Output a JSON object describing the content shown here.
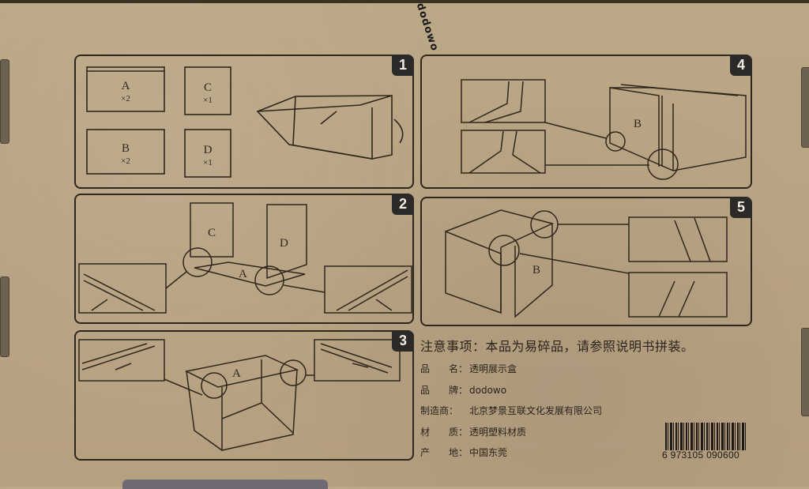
{
  "box": {
    "brand_mark": "dodowo",
    "colors": {
      "cardboard": "#b9a585",
      "ink": "#2f271d",
      "step_badge": "#2b2a29"
    }
  },
  "steps": [
    {
      "number": "1",
      "parts": [
        {
          "label": "A",
          "qty": "×2"
        },
        {
          "label": "C",
          "qty": "×1"
        },
        {
          "label": "B",
          "qty": "×2"
        },
        {
          "label": "D",
          "qty": "×1"
        }
      ]
    },
    {
      "number": "2",
      "labels": [
        "C",
        "D",
        "A"
      ]
    },
    {
      "number": "3",
      "labels": [
        "A"
      ]
    },
    {
      "number": "4",
      "labels": [
        "B"
      ]
    },
    {
      "number": "5",
      "labels": [
        "B"
      ]
    }
  ],
  "notes": {
    "warning": "注意事项：本品为易碎品，请参照说明书拼装。",
    "rows": [
      {
        "key_a": "品",
        "key_b": "名：",
        "value": "透明展示盒"
      },
      {
        "key_a": "品",
        "key_b": "牌：",
        "value": "dodowo"
      },
      {
        "key_a": "制造商",
        "key_b": "：",
        "value": "北京梦景互联文化发展有限公司"
      },
      {
        "key_a": "材",
        "key_b": "质：",
        "value": "透明塑料材质"
      },
      {
        "key_a": "产",
        "key_b": "地：",
        "value": "中国东莞"
      }
    ]
  },
  "barcode": {
    "number": "6 973105 090600"
  }
}
